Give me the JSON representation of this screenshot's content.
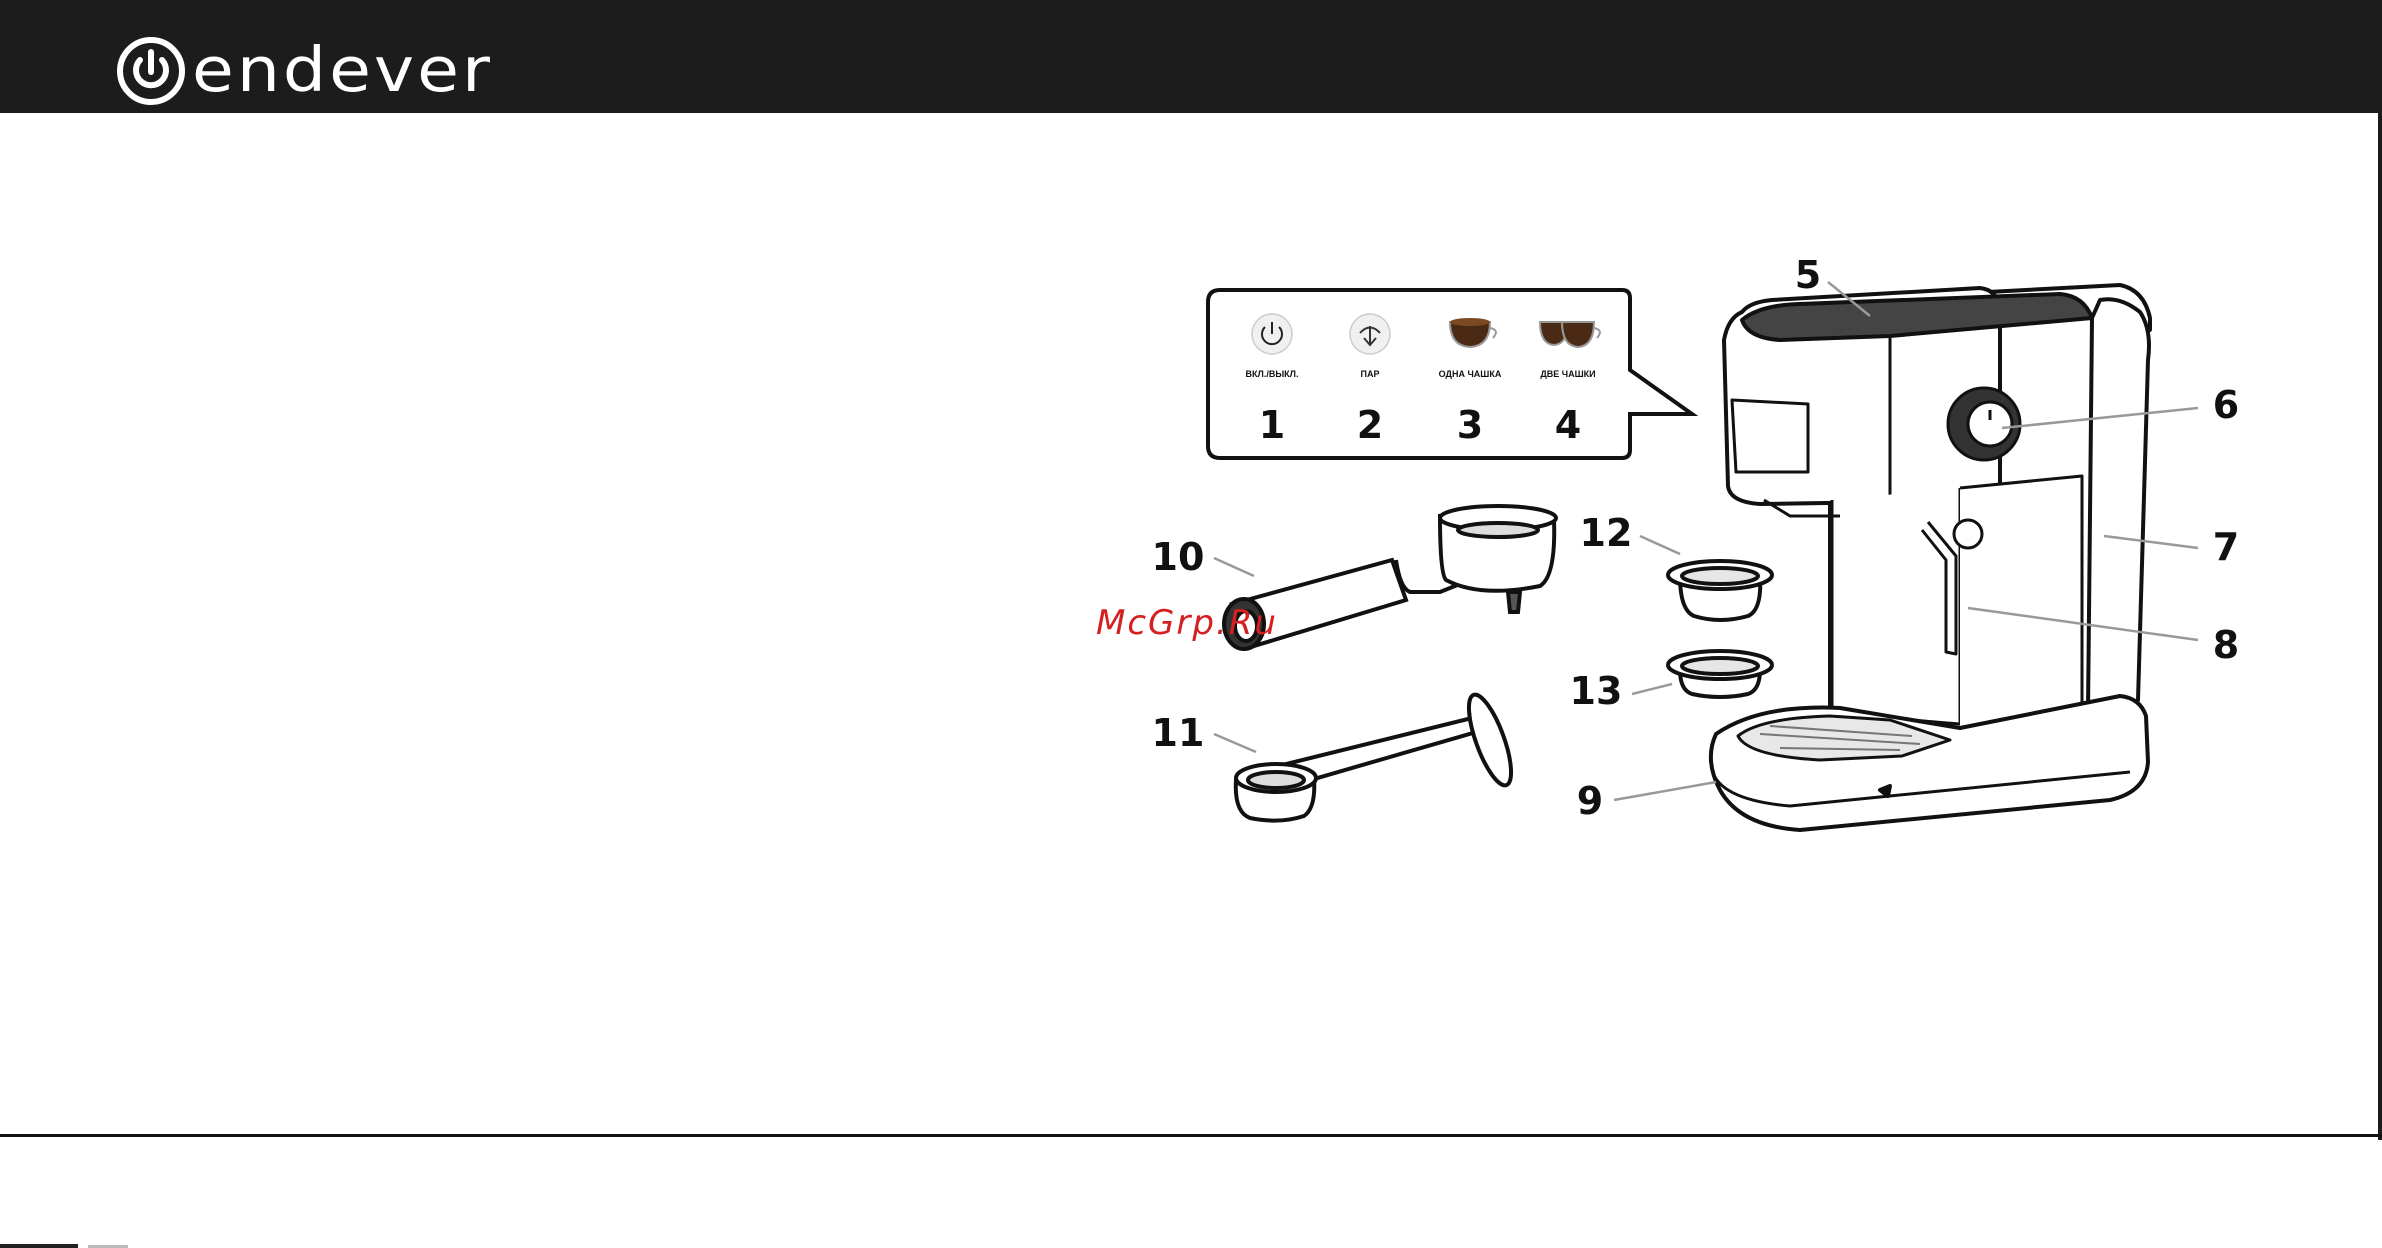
{
  "header": {
    "brand": "endever",
    "background": "#1c1c1c",
    "logo_icon": "power-icon"
  },
  "panel": {
    "buttons": [
      {
        "icon": "power-icon",
        "caption": "ВКЛ./ВЫКЛ.",
        "number": "1"
      },
      {
        "icon": "steam-icon",
        "caption": "ПАР",
        "number": "2"
      },
      {
        "icon": "one-cup-icon",
        "caption": "ОДНА ЧАШКА",
        "number": "3"
      },
      {
        "icon": "two-cups-icon",
        "caption": "ДВЕ ЧАШКИ",
        "number": "4"
      }
    ]
  },
  "callouts": [
    "5",
    "6",
    "7",
    "8",
    "9",
    "10",
    "11",
    "12",
    "13"
  ],
  "watermark": "McGrp.Ru",
  "colors": {
    "ink": "#111111",
    "watermark": "#d42020"
  }
}
